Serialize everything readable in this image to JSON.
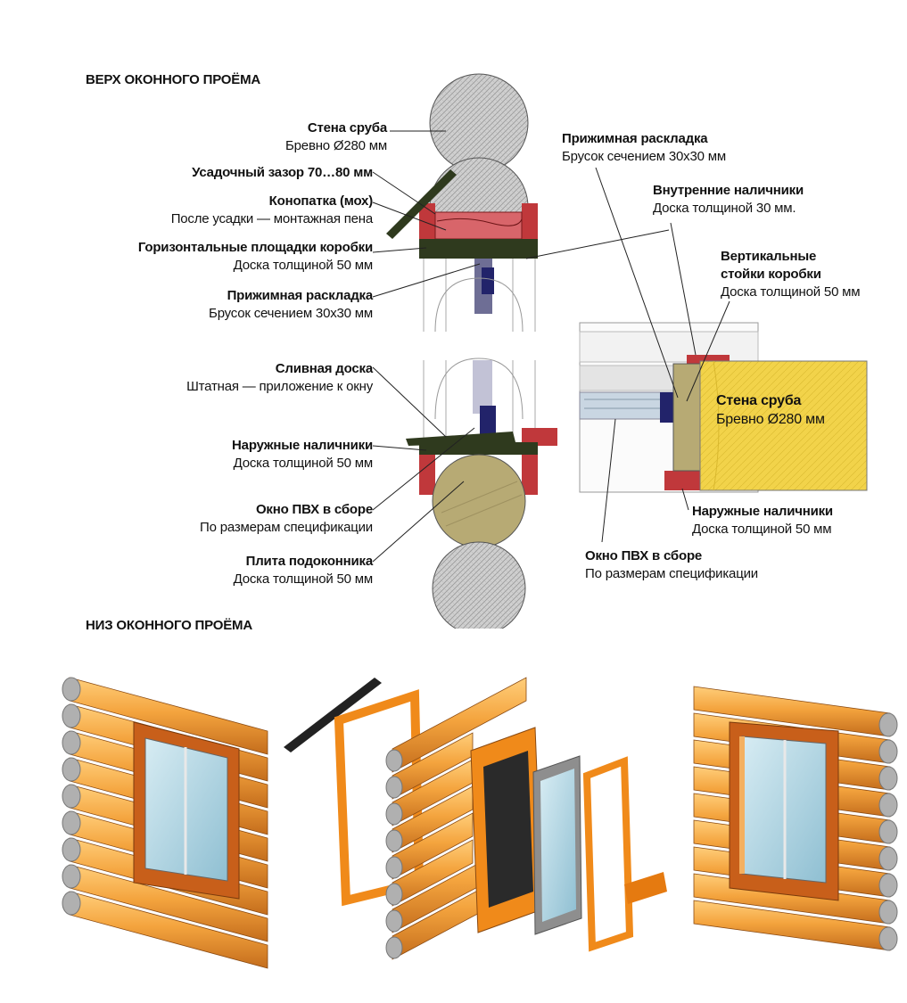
{
  "headings": {
    "top": "ВЕРХ ОКОННОГО ПРОЁМА",
    "bottom": "НИЗ ОКОННОГО ПРОЁМА"
  },
  "left_labels": [
    {
      "title": "Стена сруба",
      "sub": "Бревно Ø280 мм"
    },
    {
      "title": "Усадочный зазор 70…80 мм",
      "sub": ""
    },
    {
      "title": "Конопатка (мох)",
      "sub": "После усадки — монтажная пена"
    },
    {
      "title": "Горизонтальные площадки коробки",
      "sub": "Доска толщиной 50 мм"
    },
    {
      "title": "Прижимная раскладка",
      "sub": "Брусок сечением 30х30 мм"
    },
    {
      "title": "Сливная доска",
      "sub": "Штатная — приложение к окну"
    },
    {
      "title": "Наружные наличники",
      "sub": "Доска толщиной 50 мм"
    },
    {
      "title": "Окно ПВХ в сборе",
      "sub": "По размерам спецификации"
    },
    {
      "title": "Плита подоконника",
      "sub": "Доска толщиной 50 мм"
    }
  ],
  "right_labels": [
    {
      "title": "Прижимная раскладка",
      "sub": "Брусок сечением 30х30 мм"
    },
    {
      "title": "Внутренние наличники",
      "sub": "Доска толщиной 30 мм."
    },
    {
      "title": "Вертикальные",
      "title2": "стойки коробки",
      "sub": "Доска толщиной 50 мм"
    },
    {
      "title": "Наружные наличники",
      "sub": "Доска толщиной 50 мм"
    },
    {
      "title": "Окно ПВХ в сборе",
      "sub": "По размерам спецификации"
    }
  ],
  "plan_labels": {
    "title": "Стена сруба",
    "sub": "Бревно Ø280 мм"
  },
  "colors": {
    "log_gray": "#c8c8c8",
    "log_yellow": "#f2d34a",
    "frame_red": "#c0383b",
    "wood_orange": "#f0a24a",
    "window_blue": "#b6d8e6",
    "sill_olive": "#b7aa74"
  }
}
